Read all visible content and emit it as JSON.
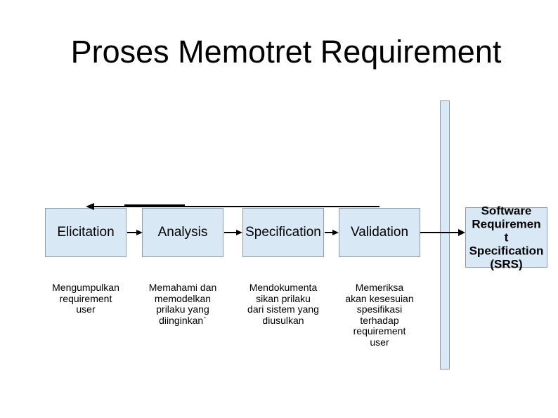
{
  "slide": {
    "title": "Proses Memotret Requirement"
  },
  "process": {
    "steps": [
      {
        "label": "Elicitation",
        "description_lines": [
          "Mengumpulkan",
          "requirement",
          "user"
        ]
      },
      {
        "label": "Analysis",
        "description_lines": [
          "Memahami dan",
          "memodelkan",
          "prilaku yang",
          "diinginkan`"
        ]
      },
      {
        "label": "Specification",
        "description_lines": [
          "Mendokumenta",
          "sikan prilaku",
          "dari sistem yang",
          "diusulkan"
        ]
      },
      {
        "label": "Validation",
        "description_lines": [
          "Memeriksa",
          "akan kesesuian",
          "spesifikasi",
          "terhadap",
          "requirement",
          "user"
        ]
      }
    ],
    "output": {
      "label_lines": [
        "Software",
        "Requiremen",
        "t",
        "Specification",
        "(SRS)"
      ]
    }
  },
  "colors": {
    "background": "#ffffff",
    "text": "#000000",
    "arrow": "#000000",
    "box_fill": "#d9e8f5",
    "box_border": "#8d9cab"
  }
}
